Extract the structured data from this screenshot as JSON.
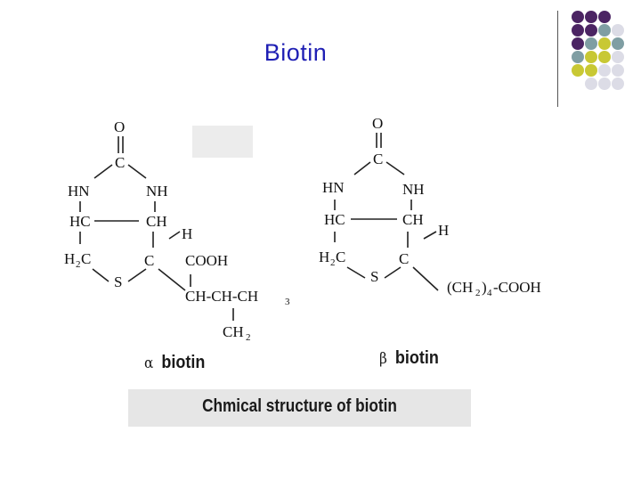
{
  "slide": {
    "title": "Biotin",
    "caption": "Chmical structure of biotin"
  },
  "decor": {
    "dot_colors": [
      "#4b2463",
      "#7f9ea3",
      "#c8c834",
      "#dcdce6"
    ]
  },
  "structures": {
    "alpha": {
      "label_symbol": "α",
      "label_text": "biotin",
      "atoms": {
        "o": "O",
        "c_top": "C",
        "hn": "HN",
        "nh": "NH",
        "hc": "HC",
        "ch": "CH",
        "h2c": "H",
        "h2c_sub": "2",
        "h2c_c": "C",
        "s": "S",
        "c_low": "C",
        "h": "H",
        "cooh": "COOH",
        "chain": "CH-CH-CH",
        "chain_sub": "3",
        "ch2": "CH",
        "ch2_sub": "2"
      }
    },
    "beta": {
      "label_symbol": "β",
      "label_text": "biotin",
      "atoms": {
        "o": "O",
        "c_top": "C",
        "hn": "HN",
        "nh": "NH",
        "hc": "HC",
        "ch": "CH",
        "h2c": "H",
        "h2c_sub": "2",
        "h2c_c": "C",
        "s": "S",
        "c_low": "C",
        "h": "H",
        "tail_open": "(CH",
        "tail_sub": "2",
        "tail_close": ")",
        "tail_sub2": "4",
        "tail_end": "-COOH"
      }
    }
  }
}
